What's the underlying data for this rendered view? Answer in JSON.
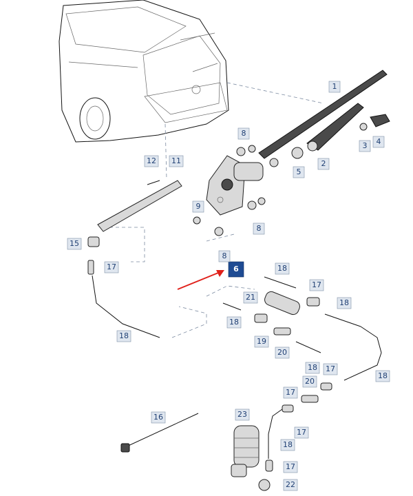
{
  "diagram": {
    "highlight_color": "#1e4b93",
    "callout_color": "#ffffff",
    "arrow_color": "#e0201a",
    "labels": [
      "1",
      "2",
      "3",
      "4",
      "5",
      "6",
      "8",
      "8",
      "8",
      "9",
      "11",
      "12",
      "15",
      "16",
      "17",
      "17",
      "17",
      "17",
      "17",
      "17",
      "18",
      "18",
      "18",
      "18",
      "18",
      "18",
      "18",
      "19",
      "20",
      "20",
      "21",
      "22",
      "23"
    ],
    "highlighted": "6"
  }
}
